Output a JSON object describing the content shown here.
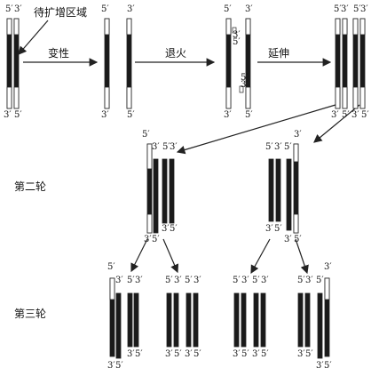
{
  "diagram": {
    "labels": {
      "target_region": "待扩增区域",
      "denature": "变性",
      "anneal": "退火",
      "extend": "延伸",
      "round2": "第二轮",
      "round3": "第三轮"
    },
    "ends": {
      "five_prime": "5′",
      "three_prime": "3′"
    },
    "colors": {
      "dark": "#1a1a1a",
      "light": "#ffffff",
      "stroke": "#222222"
    }
  }
}
